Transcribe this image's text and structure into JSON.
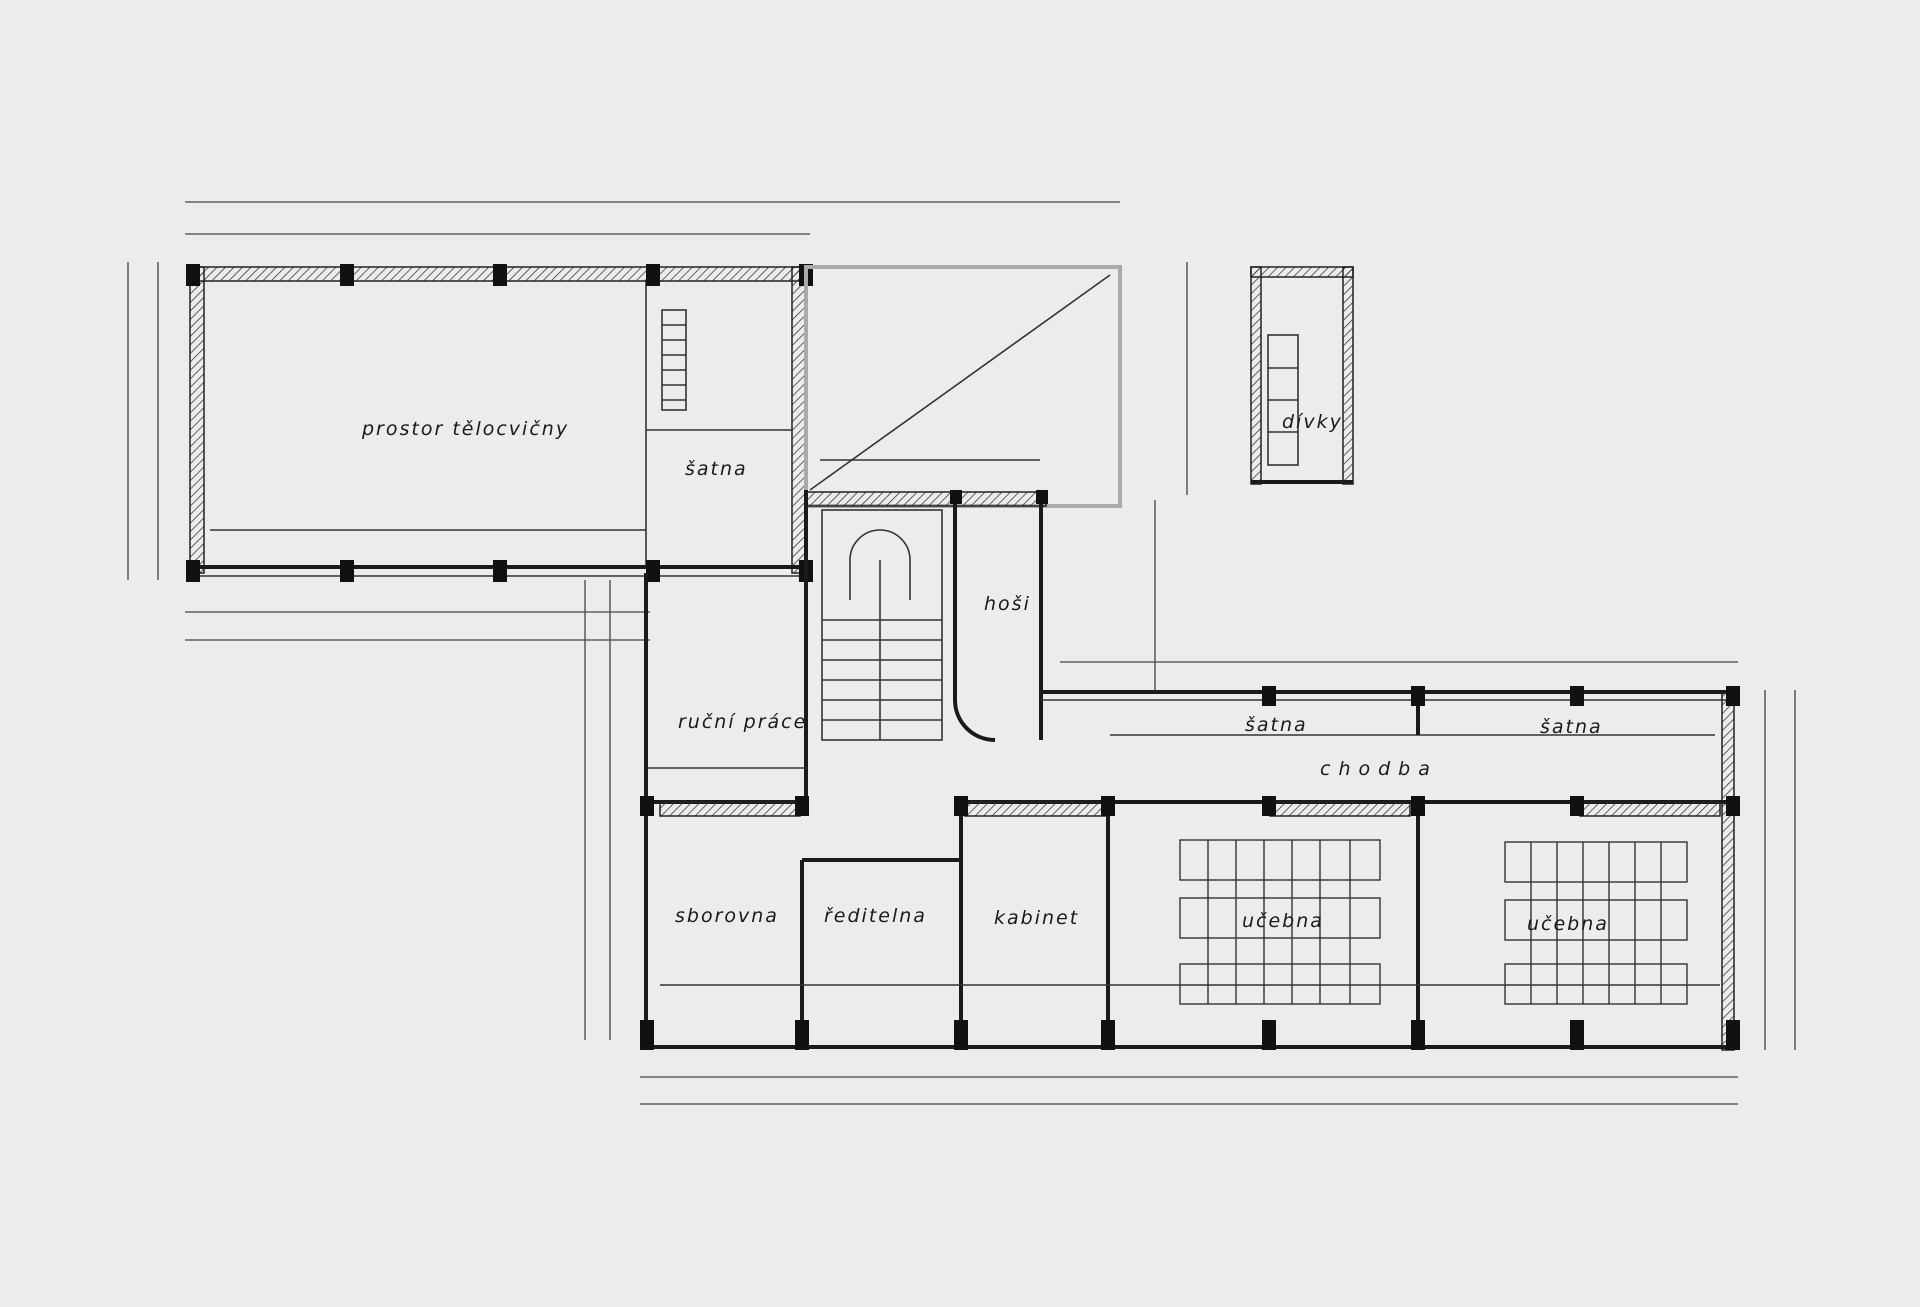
{
  "title": "Floor plan of school building",
  "colors": {
    "background": "#ececec",
    "ink": "#1a1a1a"
  },
  "rooms": {
    "gym": "prostor tělocvičny",
    "gym_cloakroom": "šatna",
    "girls_wc": "dívky",
    "boys_wc": "hoši",
    "handicraft": "ruční práce",
    "cloakroom_1": "šatna",
    "cloakroom_2": "šatna",
    "corridor": "chodba",
    "staff_room": "sborovna",
    "headmaster": "ředitelna",
    "cabinet": "kabinet",
    "classroom_1": "učebna",
    "classroom_2": "učebna"
  }
}
